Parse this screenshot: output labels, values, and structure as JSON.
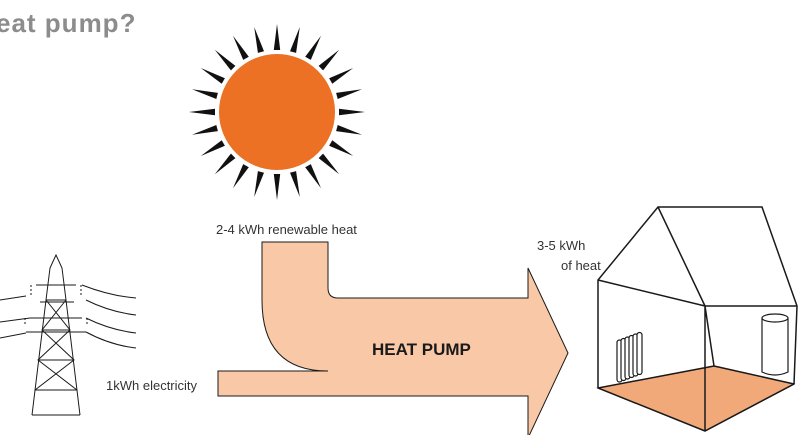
{
  "title": "eat pump?",
  "labels": {
    "renewable_heat": "2-4 kWh renewable heat",
    "output_heat_line1": "3-5 kWh",
    "output_heat_line2": "of heat",
    "electricity": "1kWh electricity",
    "heat_pump": "HEAT PUMP"
  },
  "colors": {
    "sun": "#ec7125",
    "arrow_fill": "#f9c8a6",
    "floor": "#f2a979",
    "title": "#8c8c8c",
    "line": "#1a1a1a"
  },
  "icons": {
    "sun": "sun-icon",
    "pylon": "power-pylon-icon",
    "house": "house-icon",
    "radiator": "radiator-icon",
    "cylinder": "hot-water-cylinder-icon"
  }
}
